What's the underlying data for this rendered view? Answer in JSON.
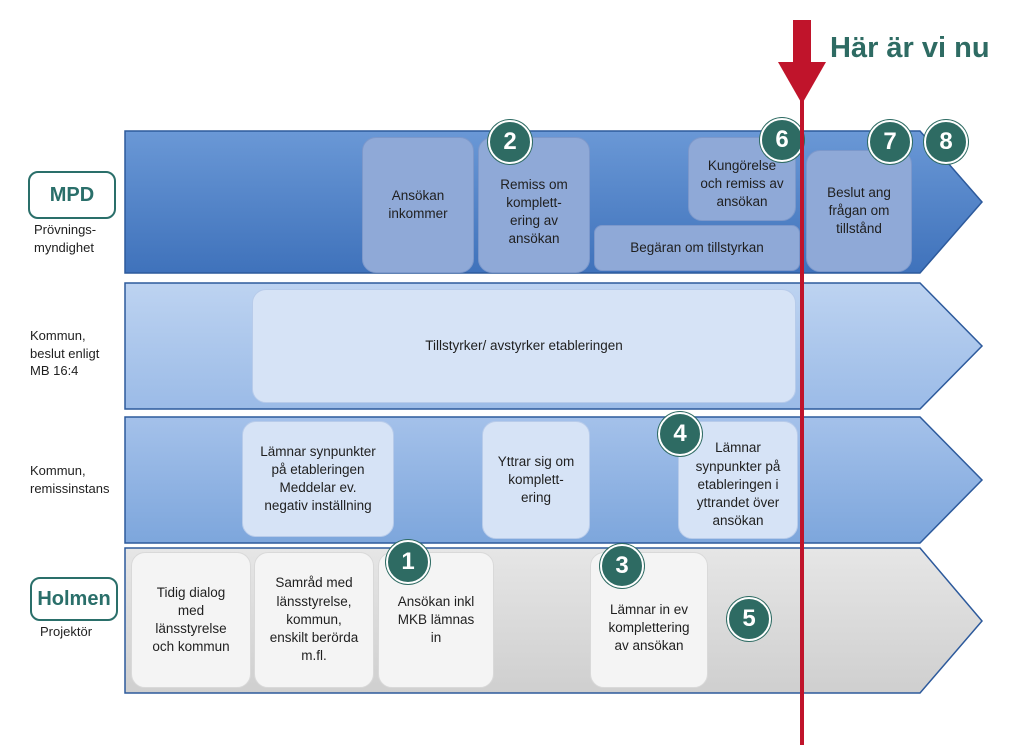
{
  "header": {
    "here_label": "Här är vi nu"
  },
  "lanes": {
    "mpd": {
      "tag": "MPD",
      "label": "Prövnings-\nmyndighet"
    },
    "kommun_beslut": {
      "label": "Kommun,\nbeslut enligt\nMB 16:4"
    },
    "kommun_remiss": {
      "label": "Kommun,\nremissinstans"
    },
    "holmen": {
      "tag": "Holmen",
      "label": "Projektör"
    }
  },
  "boxes": {
    "ansokan_inkommer": "Ansökan\ninkommer",
    "remiss_komplettering": "Remiss om\nkomplett-\nering av\nansökan",
    "kungorelse": "Kungörelse\noch remiss av\nansökan",
    "begaran": "Begäran om tillstyrkan",
    "beslut": "Beslut ang\nfrågan om\ntillstånd",
    "tillstyrker": "Tillstyrker/ avstyrker etableringen",
    "lamnar_synpunkter_1": "Lämnar synpunkter\npå etableringen\nMeddelar ev.\nnegativ inställning",
    "yttrar_sig": "Yttrar sig om\nkomplett-\nering",
    "lamnar_synpunkter_2": "Lämnar\nsynpunkter på\netableringen i\nyttrandet över\nansökan",
    "tidig_dialog": "Tidig dialog\nmed\nlänsstyrelse\noch kommun",
    "samrad": "Samråd med\nlänsstyrelse,\nkommun,\nenskilt berörda\nm.fl.",
    "ansokan_inkl_mkb": "Ansökan inkl\nMKB lämnas\nin",
    "lamnar_in": "Lämnar in  ev\nkomplettering\nav ansökan"
  },
  "steps": [
    "1",
    "2",
    "3",
    "4",
    "5",
    "6",
    "7",
    "8"
  ],
  "colors": {
    "lane1": "#4a7ec4",
    "lane2": "#a9c4ea",
    "lane3": "#8fb3e3",
    "lane4": "#d9d9d9",
    "accent_teal": "#2e6b63",
    "marker_red": "#c0142b"
  }
}
